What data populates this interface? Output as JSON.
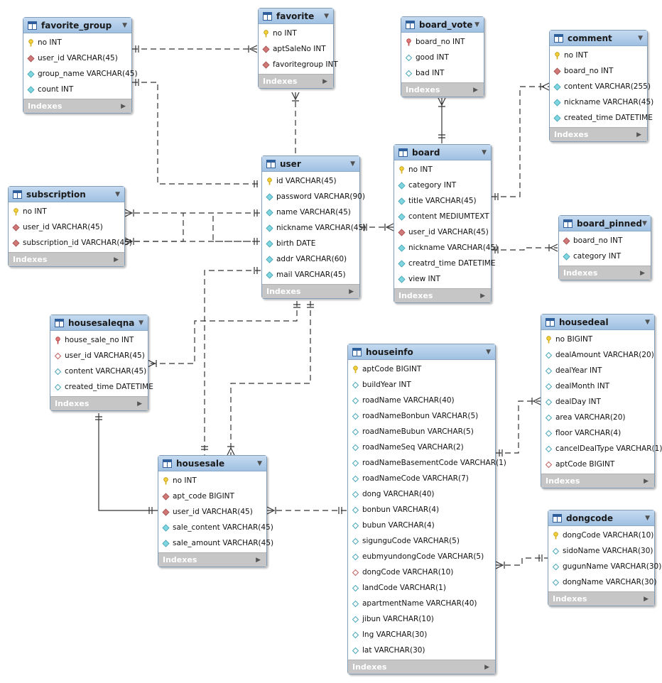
{
  "diagram": {
    "indexes_label": "Indexes",
    "tables": [
      {
        "id": "favorite_group",
        "name": "favorite_group",
        "columns": [
          {
            "text": "no INT",
            "icon": "key"
          },
          {
            "text": "user_id VARCHAR(45)",
            "icon": "fk"
          },
          {
            "text": "group_name VARCHAR(45)",
            "icon": "col"
          },
          {
            "text": "count INT",
            "icon": "col"
          }
        ]
      },
      {
        "id": "favorite",
        "name": "favorite",
        "columns": [
          {
            "text": "no INT",
            "icon": "key"
          },
          {
            "text": "aptSaleNo INT",
            "icon": "fk"
          },
          {
            "text": "favoritegroup INT",
            "icon": "fk"
          }
        ]
      },
      {
        "id": "board_vote",
        "name": "board_vote",
        "columns": [
          {
            "text": "board_no INT",
            "icon": "key-red"
          },
          {
            "text": "good INT",
            "icon": "col-empty"
          },
          {
            "text": "bad INT",
            "icon": "col-empty"
          }
        ]
      },
      {
        "id": "comment",
        "name": "comment",
        "columns": [
          {
            "text": "no INT",
            "icon": "key"
          },
          {
            "text": "board_no INT",
            "icon": "fk"
          },
          {
            "text": "content VARCHAR(255)",
            "icon": "col"
          },
          {
            "text": "nickname VARCHAR(45)",
            "icon": "col"
          },
          {
            "text": "created_time DATETIME",
            "icon": "col"
          }
        ]
      },
      {
        "id": "subscription",
        "name": "subscription",
        "columns": [
          {
            "text": "no INT",
            "icon": "key"
          },
          {
            "text": "user_id VARCHAR(45)",
            "icon": "fk"
          },
          {
            "text": "subscription_id VARCHAR(45)",
            "icon": "fk"
          }
        ]
      },
      {
        "id": "user",
        "name": "user",
        "columns": [
          {
            "text": "id VARCHAR(45)",
            "icon": "key"
          },
          {
            "text": "password VARCHAR(90)",
            "icon": "col"
          },
          {
            "text": "name VARCHAR(45)",
            "icon": "col"
          },
          {
            "text": "nickname VARCHAR(45)",
            "icon": "col"
          },
          {
            "text": "birth DATE",
            "icon": "col"
          },
          {
            "text": "addr VARCHAR(60)",
            "icon": "col"
          },
          {
            "text": "mail VARCHAR(45)",
            "icon": "col"
          }
        ]
      },
      {
        "id": "board",
        "name": "board",
        "columns": [
          {
            "text": "no INT",
            "icon": "key"
          },
          {
            "text": "category INT",
            "icon": "col"
          },
          {
            "text": "title VARCHAR(45)",
            "icon": "col"
          },
          {
            "text": "content MEDIUMTEXT",
            "icon": "col"
          },
          {
            "text": "user_id VARCHAR(45)",
            "icon": "fk"
          },
          {
            "text": "nickname VARCHAR(45)",
            "icon": "col"
          },
          {
            "text": "creatrd_time DATETIME",
            "icon": "col"
          },
          {
            "text": "view INT",
            "icon": "col"
          }
        ]
      },
      {
        "id": "board_pinned",
        "name": "board_pinned",
        "columns": [
          {
            "text": "board_no INT",
            "icon": "fk"
          },
          {
            "text": "category INT",
            "icon": "col"
          }
        ]
      },
      {
        "id": "housesaleqna",
        "name": "housesaleqna",
        "columns": [
          {
            "text": "house_sale_no INT",
            "icon": "key-red"
          },
          {
            "text": "user_id VARCHAR(45)",
            "icon": "fk-empty"
          },
          {
            "text": "content VARCHAR(45)",
            "icon": "col-empty"
          },
          {
            "text": "created_time DATETIME",
            "icon": "col-empty"
          }
        ]
      },
      {
        "id": "houseinfo",
        "name": "houseinfo",
        "columns": [
          {
            "text": "aptCode BIGINT",
            "icon": "key"
          },
          {
            "text": "buildYear INT",
            "icon": "col-empty"
          },
          {
            "text": "roadName VARCHAR(40)",
            "icon": "col-empty"
          },
          {
            "text": "roadNameBonbun VARCHAR(5)",
            "icon": "col-empty"
          },
          {
            "text": "roadNameBubun VARCHAR(5)",
            "icon": "col-empty"
          },
          {
            "text": "roadNameSeq VARCHAR(2)",
            "icon": "col-empty"
          },
          {
            "text": "roadNameBasementCode VARCHAR(1)",
            "icon": "col-empty"
          },
          {
            "text": "roadNameCode VARCHAR(7)",
            "icon": "col-empty"
          },
          {
            "text": "dong VARCHAR(40)",
            "icon": "col-empty"
          },
          {
            "text": "bonbun VARCHAR(4)",
            "icon": "col-empty"
          },
          {
            "text": "bubun VARCHAR(4)",
            "icon": "col-empty"
          },
          {
            "text": "sigunguCode VARCHAR(5)",
            "icon": "col-empty"
          },
          {
            "text": "eubmyundongCode VARCHAR(5)",
            "icon": "col-empty"
          },
          {
            "text": "dongCode VARCHAR(10)",
            "icon": "fk-empty"
          },
          {
            "text": "landCode VARCHAR(1)",
            "icon": "col-empty"
          },
          {
            "text": "apartmentName VARCHAR(40)",
            "icon": "col-empty"
          },
          {
            "text": "jibun VARCHAR(10)",
            "icon": "col-empty"
          },
          {
            "text": "lng VARCHAR(30)",
            "icon": "col-empty"
          },
          {
            "text": "lat VARCHAR(30)",
            "icon": "col-empty"
          }
        ]
      },
      {
        "id": "housedeal",
        "name": "housedeal",
        "columns": [
          {
            "text": "no BIGINT",
            "icon": "key"
          },
          {
            "text": "dealAmount VARCHAR(20)",
            "icon": "col-empty"
          },
          {
            "text": "dealYear INT",
            "icon": "col-empty"
          },
          {
            "text": "dealMonth INT",
            "icon": "col-empty"
          },
          {
            "text": "dealDay INT",
            "icon": "col-empty"
          },
          {
            "text": "area VARCHAR(20)",
            "icon": "col-empty"
          },
          {
            "text": "floor VARCHAR(4)",
            "icon": "col-empty"
          },
          {
            "text": "cancelDealType VARCHAR(1)",
            "icon": "col-empty"
          },
          {
            "text": "aptCode BIGINT",
            "icon": "fk-empty"
          }
        ]
      },
      {
        "id": "housesale",
        "name": "housesale",
        "columns": [
          {
            "text": "no INT",
            "icon": "key"
          },
          {
            "text": "apt_code BIGINT",
            "icon": "fk"
          },
          {
            "text": "user_id VARCHAR(45)",
            "icon": "fk"
          },
          {
            "text": "sale_content VARCHAR(45)",
            "icon": "col"
          },
          {
            "text": "sale_amount VARCHAR(45)",
            "icon": "col"
          }
        ]
      },
      {
        "id": "dongcode",
        "name": "dongcode",
        "columns": [
          {
            "text": "dongCode VARCHAR(10)",
            "icon": "key"
          },
          {
            "text": "sidoName VARCHAR(30)",
            "icon": "col-empty"
          },
          {
            "text": "gugunName VARCHAR(30)",
            "icon": "col-empty"
          },
          {
            "text": "dongName VARCHAR(30)",
            "icon": "col-empty"
          }
        ]
      }
    ]
  }
}
